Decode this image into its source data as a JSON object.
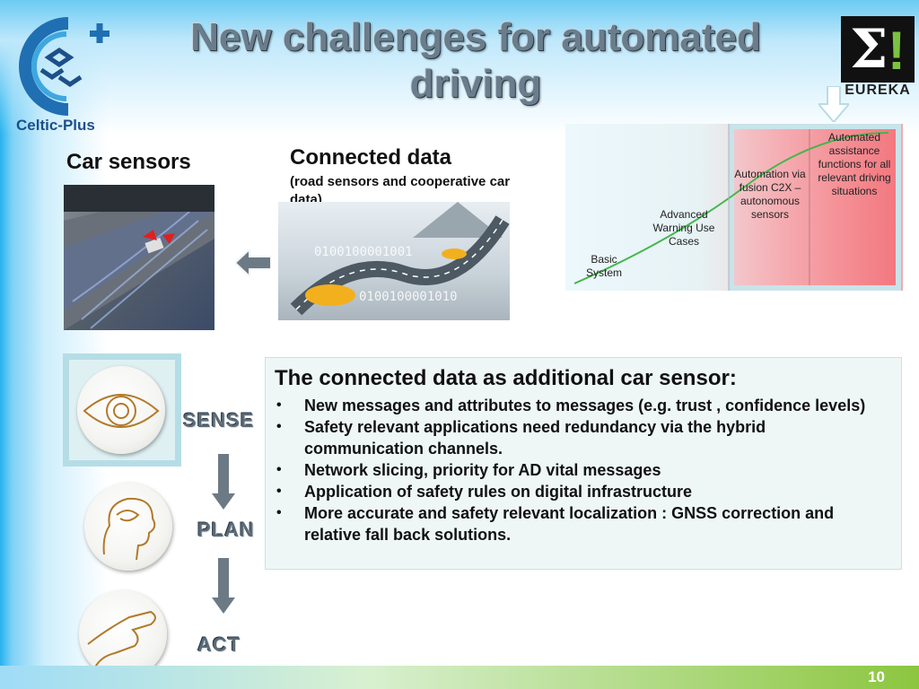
{
  "slide": {
    "title": "New challenges for automated driving",
    "page_number": "10"
  },
  "logos": {
    "celtic_plus": "Celtic-Plus",
    "eureka": "EUREKA"
  },
  "colors": {
    "accent_blue": "#27b2ee",
    "footer_green": "#8cc63f",
    "panel_red": "#f26870"
  },
  "images": {
    "car_sensors_label": "Car sensors",
    "connected_data_label": "Connected data",
    "connected_data_sublabel": "(road sensors and cooperative car data)"
  },
  "automation_levels": [
    "Basic System",
    "Advanced Warning Use Cases",
    "Automation via fusion C2X – autonomous sensors",
    "Automated assistance functions for all relevant driving situations"
  ],
  "sense_plan_act": [
    "SENSE",
    "PLAN",
    "ACT"
  ],
  "info_box": {
    "title": "The connected data  as additional car sensor:",
    "bullets": [
      "New messages and attributes to messages (e.g. trust , confidence levels)",
      "Safety relevant applications need redundancy via  the  hybrid communication channels.",
      "Network slicing, priority for AD vital messages",
      "Application of  safety rules on digital infrastructure",
      "More accurate and safety relevant localization :  GNSS correction and relative fall back solutions."
    ]
  }
}
